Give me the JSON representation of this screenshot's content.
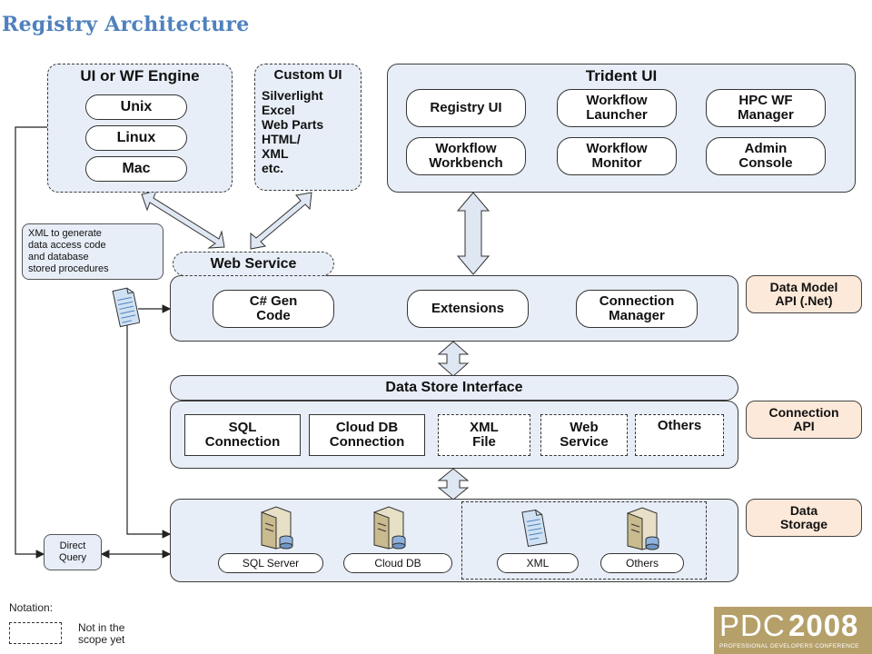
{
  "title": "Registry Architecture",
  "ui_engine": {
    "title": "UI or WF Engine",
    "items": [
      "Unix",
      "Linux",
      "Mac"
    ]
  },
  "custom_ui": {
    "title": "Custom UI",
    "items": "Silverlight\nExcel\nWeb Parts\nHTML/\nXML\netc."
  },
  "trident_ui": {
    "title": "Trident UI",
    "items": [
      "Registry UI",
      "Workflow\nLauncher",
      "HPC WF\nManager",
      "Workflow\nWorkbench",
      "Workflow\nMonitor",
      "Admin\nConsole"
    ]
  },
  "xml_note": "XML to generate\ndata access code\nand database\nstored procedures",
  "web_service": "Web Service",
  "data_model": {
    "items": [
      "C# Gen\nCode",
      "Extensions",
      "Connection\nManager"
    ],
    "tag": "Data Model\nAPI (.Net)"
  },
  "data_store_interface": "Data Store Interface",
  "connection_api": {
    "items": [
      "SQL\nConnection",
      "Cloud DB\nConnection",
      "XML\nFile",
      "Web\nService",
      "Others"
    ],
    "tag": "Connection\nAPI"
  },
  "data_storage": {
    "items": [
      "SQL Server",
      "Cloud DB",
      "XML",
      "Others"
    ],
    "tag": "Data\nStorage"
  },
  "direct_query": "Direct\nQuery",
  "notation": {
    "title": "Notation:",
    "text": "Not in the\nscope yet"
  },
  "logo": {
    "brand": "PDC",
    "year": "2008",
    "subtitle": "PROFESSIONAL DEVELOPERS CONFERENCE"
  },
  "colors": {
    "box_fill": "#e8eef7",
    "tag_fill": "#fde9d9",
    "title": "#4f81bd",
    "logo_bg": "#b5a06a"
  }
}
